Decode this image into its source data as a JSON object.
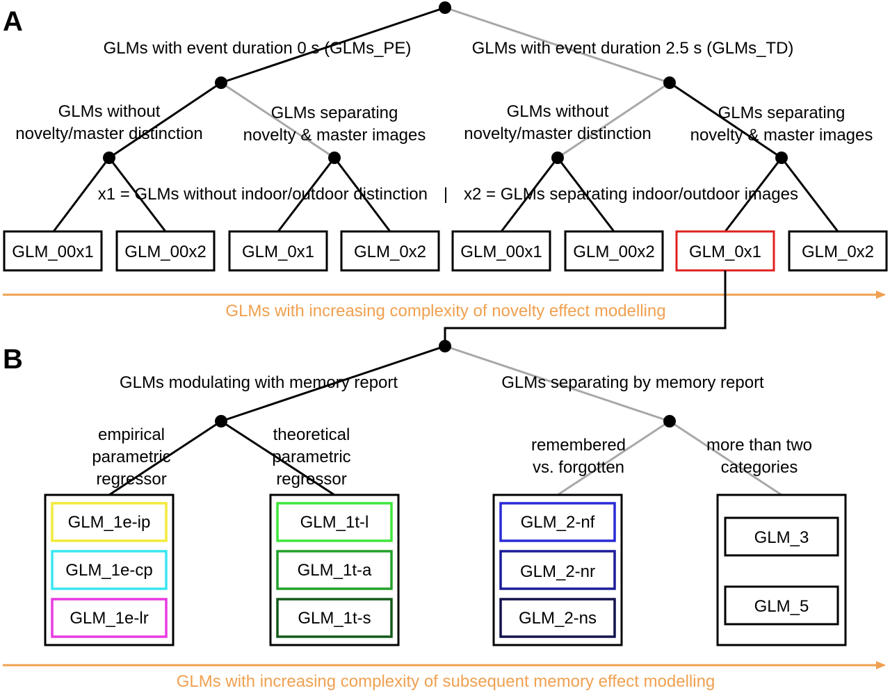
{
  "panels": {
    "a": "A",
    "b": "B"
  },
  "tree_a": {
    "level1_left": "GLMs with event duration 0 s (GLMs_PE)",
    "level1_right": "GLMs with event duration 2.5 s (GLMs_TD)",
    "level2": [
      [
        "GLMs without",
        "novelty/master distinction"
      ],
      [
        "GLMs separating",
        "novelty & master images"
      ],
      [
        "GLMs without",
        "novelty/master distinction"
      ],
      [
        "GLMs separating",
        "novelty & master images"
      ]
    ],
    "legend_x1": "x1 = GLMs without indoor/outdoor distinction",
    "legend_sep": "|",
    "legend_x2": "x2 = GLMs separating indoor/outdoor images",
    "boxes": [
      "GLM_00x1",
      "GLM_00x2",
      "GLM_0x1",
      "GLM_0x2",
      "GLM_00x1",
      "GLM_00x2",
      "GLM_0x1",
      "GLM_0x2"
    ],
    "highlighted_box_color": "#e02020",
    "arrow_label": "GLMs with increasing complexity of novelty effect modelling"
  },
  "tree_b": {
    "level1_left": "GLMs modulating with memory report",
    "level1_right": "GLMs separating by memory report",
    "level2": [
      [
        "empirical",
        "parametric",
        "regressor"
      ],
      [
        "theoretical",
        "parametric",
        "regressor"
      ],
      [
        "remembered",
        "vs. forgotten"
      ],
      [
        "more than two",
        "categories"
      ]
    ],
    "groups": [
      {
        "items": [
          {
            "label": "GLM_1e-ip",
            "color": "#f2ea3a"
          },
          {
            "label": "GLM_1e-cp",
            "color": "#3ae6f0"
          },
          {
            "label": "GLM_1e-lr",
            "color": "#e83ae0"
          }
        ]
      },
      {
        "items": [
          {
            "label": "GLM_1t-l",
            "color": "#3ee63a"
          },
          {
            "label": "GLM_1t-a",
            "color": "#22a02a"
          },
          {
            "label": "GLM_1t-s",
            "color": "#125a18"
          }
        ]
      },
      {
        "items": [
          {
            "label": "GLM_2-nf",
            "color": "#2a2ad8"
          },
          {
            "label": "GLM_2-nr",
            "color": "#1c1c9a"
          },
          {
            "label": "GLM_2-ns",
            "color": "#12124e"
          }
        ]
      },
      {
        "items": [
          {
            "label": "GLM_3",
            "color": "#000000"
          },
          {
            "label": "GLM_5",
            "color": "#000000"
          }
        ]
      }
    ],
    "arrow_label": "GLMs with increasing complexity of subsequent memory effect modelling"
  },
  "colors": {
    "arrow": "#f0a050",
    "gray_edge": "#a8a8a8"
  }
}
